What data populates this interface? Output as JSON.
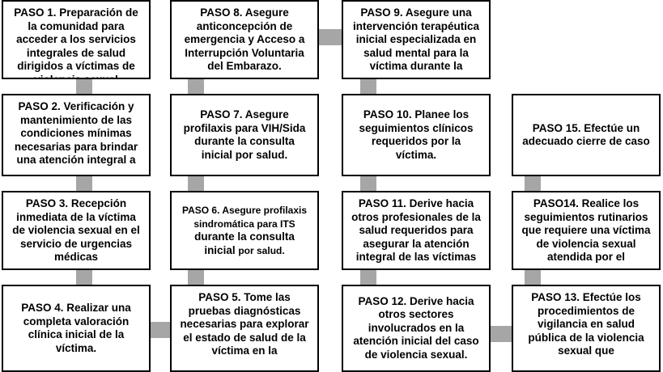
{
  "diagram": {
    "steps": {
      "p1": "PASO 1. Preparación de la comunidad para acceder a los servicios integrales de salud dirigidos a víctimas de violencia sexual",
      "p2": "PASO 2. Verificación y mantenimiento de las condiciones mínimas necesarias para brindar una atención integral a",
      "p3": "PASO 3. Recepción inmediata de la víctima de violencia sexual en el servicio de urgencias médicas",
      "p4": "PASO 4. Realizar una completa valoración clínica inicial de la víctima.",
      "p5": "PASO 5. Tome las pruebas diagnósticas necesarias para explorar el estado de salud de la víctima en la",
      "p6_head": "PASO 6. Asegure profilaxis sindromática para ITS",
      "p6_mid": "durante la consulta inicial",
      "p6_tail": "por salud.",
      "p7": "PASO 7. Asegure profilaxis para VIH/Sida durante la consulta inicial por salud.",
      "p8": "PASO 8. Asegure anticoncepción de emergencia y Acceso a Interrupción Voluntaria del Embarazo.",
      "p9": "PASO 9. Asegure una intervención terapéutica inicial especializada en salud mental para la víctima durante la",
      "p10": "PASO 10. Planee los seguimientos clínicos requeridos por la víctima.",
      "p11": "PASO 11. Derive hacia otros profesionales de la salud requeridos para asegurar la atención integral de las víctimas",
      "p12": "PASO 12. Derive hacia otros sectores involucrados en la atención inicial del caso de violencia sexual.",
      "p13": "PASO 13. Efectúe los procedimientos de vigilancia en salud pública de la violencia sexual que",
      "p14": "PASO14. Realice los seguimientos rutinarios que requiere una víctima de violencia sexual atendida por el",
      "p15": "PASO 15. Efectúe un adecuado cierre de caso"
    },
    "colors": {
      "connector": "#a6a6a6",
      "border": "#000000",
      "text": "#000000"
    }
  }
}
